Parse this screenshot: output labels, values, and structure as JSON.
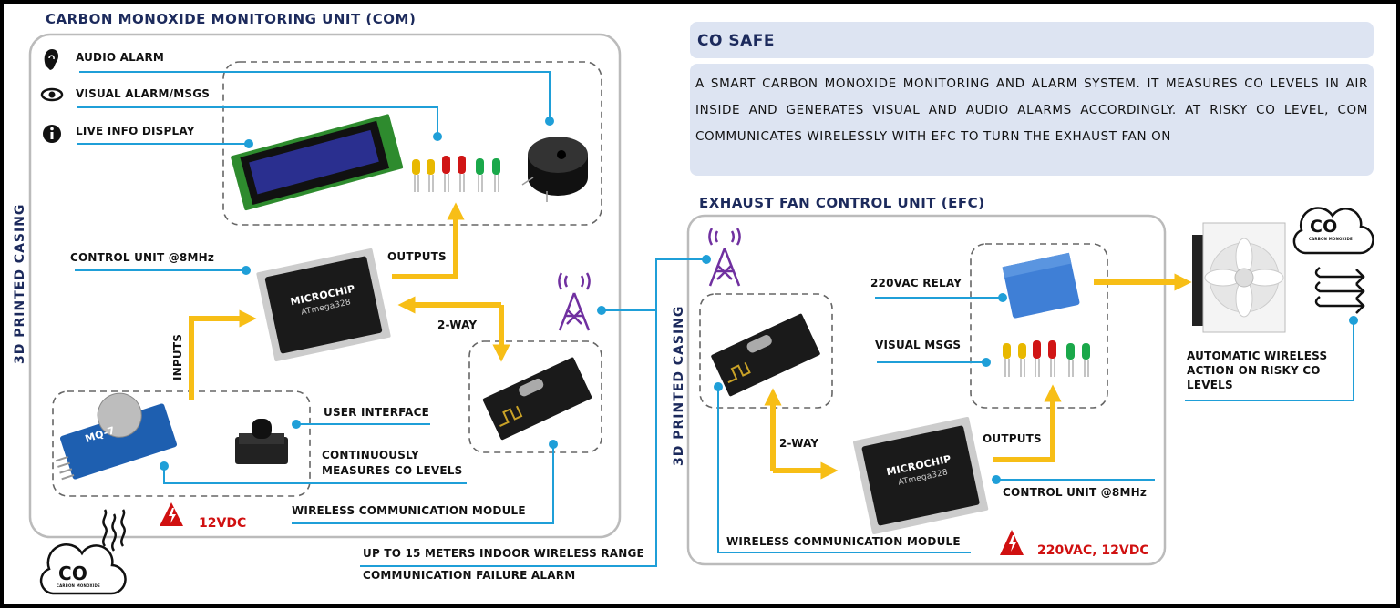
{
  "com": {
    "title": "CARBON MONOXIDE MONITORING UNIT (COM)",
    "casing": "3D PRINTED CASING",
    "audio_alarm": "AUDIO ALARM",
    "visual_alarm": "VISUAL ALARM/MSGS",
    "live_info": "LIVE INFO DISPLAY",
    "control_unit": "CONTROL UNIT @8MHz",
    "outputs": "OUTPUTS",
    "two_way": "2-WAY",
    "inputs": "INPUTS",
    "user_interface": "USER INTERFACE",
    "continuously_1": "CONTINUOUSLY",
    "continuously_2": "MEASURES CO LEVELS",
    "wireless_module": "WIRELESS COMMUNICATION MODULE",
    "power": "12VDC",
    "sensor_label": "MQ-7",
    "chip_brand": "MICROCHIP",
    "chip_model": "ATmega328"
  },
  "link": {
    "range": "UP TO 15 METERS INDOOR WIRELESS RANGE",
    "failure": "COMMUNICATION FAILURE ALARM"
  },
  "info": {
    "title": "CO SAFE",
    "description": "A SMART CARBON MONOXIDE MONITORING AND ALARM SYSTEM. IT MEASURES CO LEVELS IN AIR INSIDE AND GENERATES VISUAL AND AUDIO ALARMS ACCORDINGLY. AT RISKY CO LEVEL, COM COMMUNICATES WIRELESSLY WITH EFC TO TURN THE EXHAUST FAN ON"
  },
  "efc": {
    "title": "EXHAUST FAN CONTROL UNIT (EFC)",
    "casing": "3D PRINTED CASING",
    "relay": "220VAC RELAY",
    "visual_msgs": "VISUAL MSGS",
    "two_way": "2-WAY",
    "outputs": "OUTPUTS",
    "control_unit": "CONTROL UNIT @8MHz",
    "wireless_module": "WIRELESS COMMUNICATION MODULE",
    "power": "220VAC, 12VDC",
    "chip_brand": "MICROCHIP",
    "chip_model": "ATmega328"
  },
  "fan": {
    "action_1": "AUTOMATIC WIRELESS",
    "action_2": "ACTION ON RISKY CO",
    "action_3": "LEVELS"
  },
  "co_icon": {
    "text": "CO",
    "sub": "CARBON MONOXIDE"
  },
  "colors": {
    "connector": "#1f9fd8",
    "arrow": "#f7be16",
    "title": "#1c2a5c",
    "warning": "#d01010",
    "antenna": "#7030a0",
    "panel": "#dde4f2"
  }
}
